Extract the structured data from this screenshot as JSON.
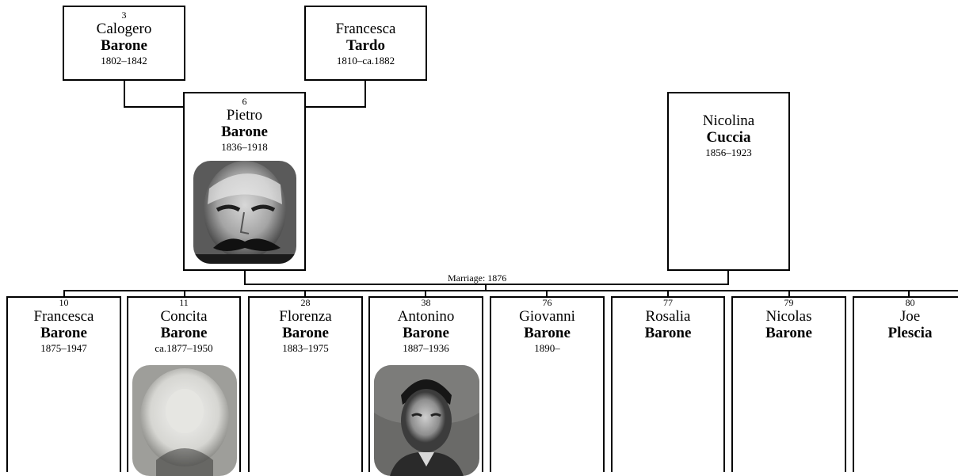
{
  "parents": [
    {
      "num": "3",
      "given": "Calogero",
      "surname": "Barone",
      "dates": "1802–1842"
    },
    {
      "num": "",
      "given": "Francesca",
      "surname": "Tardo",
      "dates": "1810–ca.1882"
    }
  ],
  "couple": [
    {
      "num": "6",
      "given": "Pietro",
      "surname": "Barone",
      "dates": "1836–1918",
      "photo": "portrait-photo"
    },
    {
      "num": "",
      "given": "Nicolina",
      "surname": "Cuccia",
      "dates": "1856–1923"
    }
  ],
  "marriage_label": "Marriage: 1876",
  "children": [
    {
      "num": "10",
      "given": "Francesca",
      "surname": "Barone",
      "dates": "1875–1947"
    },
    {
      "num": "11",
      "given": "Concita",
      "surname": "Barone",
      "dates": "ca.1877–1950",
      "photo": "portrait-photo"
    },
    {
      "num": "28",
      "given": "Florenza",
      "surname": "Barone",
      "dates": "1883–1975"
    },
    {
      "num": "38",
      "given": "Antonino",
      "surname": "Barone",
      "dates": "1887–1936",
      "photo": "portrait-photo"
    },
    {
      "num": "76",
      "given": "Giovanni",
      "surname": "Barone",
      "dates": "1890–"
    },
    {
      "num": "77",
      "given": "Rosalia",
      "surname": "Barone",
      "dates": ""
    },
    {
      "num": "79",
      "given": "Nicolas",
      "surname": "Barone",
      "dates": ""
    },
    {
      "num": "80",
      "given": "Joe",
      "surname": "Plescia",
      "dates": ""
    }
  ]
}
